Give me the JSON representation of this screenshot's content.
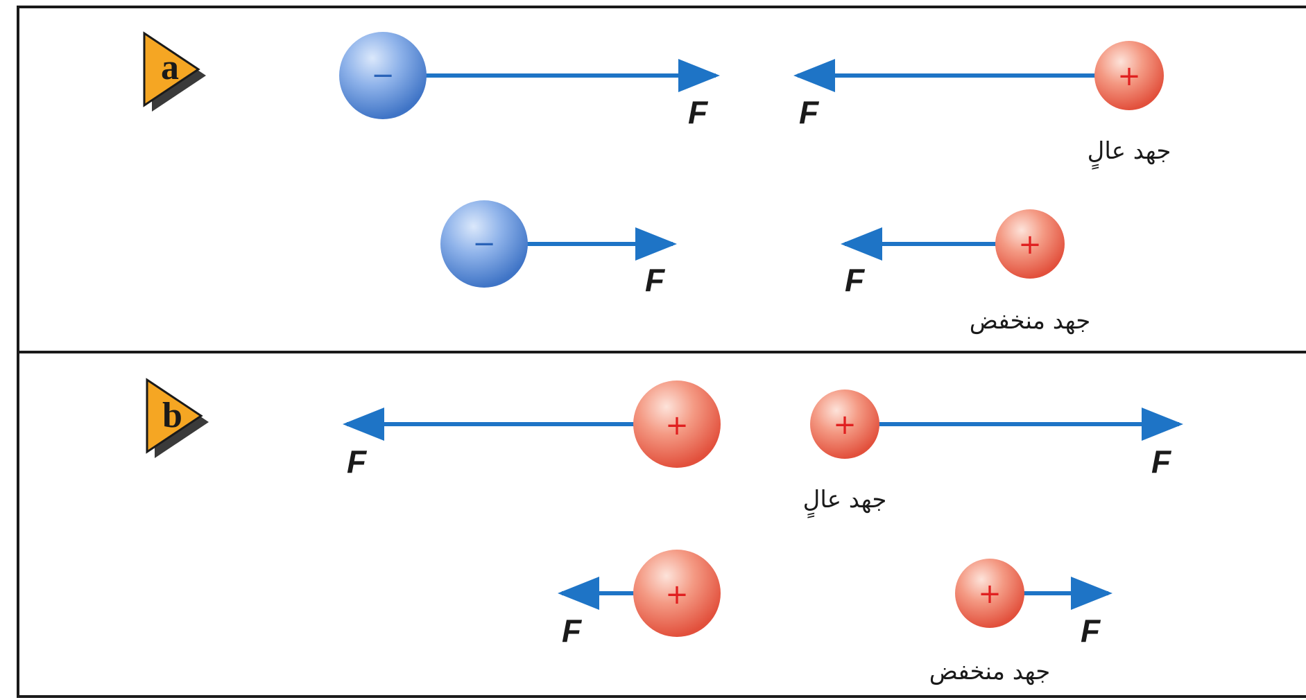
{
  "colors": {
    "frame": "#1a1a1a",
    "arrow": "#1e74c6",
    "negative_charge": "#4f86d6",
    "positive_charge": "#f06a55",
    "negative_sign": "#2a63b8",
    "positive_sign": "#e02020",
    "badge": "#f5a623"
  },
  "symbols": {
    "negative": "−",
    "positive": "+"
  },
  "panels": [
    {
      "letter": "a",
      "rows": [
        {
          "left": {
            "sign": "negative",
            "force_label": "F"
          },
          "right": {
            "sign": "positive",
            "force_label": "F",
            "caption": "جهد عالٍ"
          }
        },
        {
          "left": {
            "sign": "negative",
            "force_label": "F"
          },
          "right": {
            "sign": "positive",
            "force_label": "F",
            "caption": "جهد منخفض"
          }
        }
      ]
    },
    {
      "letter": "b",
      "rows": [
        {
          "left": {
            "sign": "positive",
            "force_label": "F"
          },
          "right": {
            "sign": "positive",
            "force_label": "F",
            "caption": "جهد عالٍ"
          }
        },
        {
          "left": {
            "sign": "positive",
            "force_label": "F"
          },
          "right": {
            "sign": "positive",
            "force_label": "F",
            "caption": "جهد منخفض"
          }
        }
      ]
    }
  ]
}
